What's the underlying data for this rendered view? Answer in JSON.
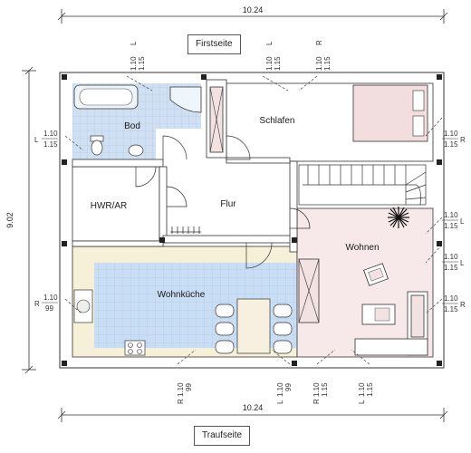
{
  "dims": {
    "top_width": "10.24",
    "bottom_width": "10.24",
    "left_height": "9.02"
  },
  "sides": {
    "top": "Firstseite",
    "bottom": "Traufseite"
  },
  "rooms": {
    "bad": "Bod",
    "schlafen": "Schlafen",
    "hwr": "HWR/AR",
    "flur": "Flur",
    "wohnen": "Wohnen",
    "kueche": "Wohnküche"
  },
  "windows": {
    "top_1": {
      "side": "L",
      "a": "1.10",
      "b": "1.15"
    },
    "top_2": {
      "side": "L",
      "a": "1.10",
      "b": "1.15"
    },
    "top_3": {
      "side": "R",
      "a": "1.10",
      "b": "1.15"
    },
    "left_1": {
      "side": "L",
      "a": "1.10",
      "b": "1.15"
    },
    "left_2": {
      "side": "R",
      "a": "1.10",
      "b": "99"
    },
    "right_1": {
      "side": "R",
      "a": "1.10",
      "b": "1.15"
    },
    "right_2": {
      "side": "L",
      "a": "1.10",
      "b": "1.15"
    },
    "right_3": {
      "side": "L",
      "a": "1.10",
      "b": "1.15"
    },
    "right_4": {
      "side": "R",
      "a": "1.10",
      "b": "1.15"
    },
    "bottom_1": {
      "side": "R",
      "a": "1.10",
      "b": "99"
    },
    "bottom_2": {
      "side": "L",
      "a": "1.10",
      "b": "99"
    },
    "bottom_3": {
      "side": "R",
      "a": "1.10",
      "b": "1.15"
    },
    "bottom_4": {
      "side": "L",
      "a": "1.10",
      "b": "1.15"
    }
  },
  "colors": {
    "bath_tile": "#cfe0f2",
    "kitchen_tile": "#c9def4",
    "living_floor": "#f7e9e9",
    "kitchen_counter": "#f6f0d8",
    "wall": "#ffffff",
    "line": "#333333"
  }
}
